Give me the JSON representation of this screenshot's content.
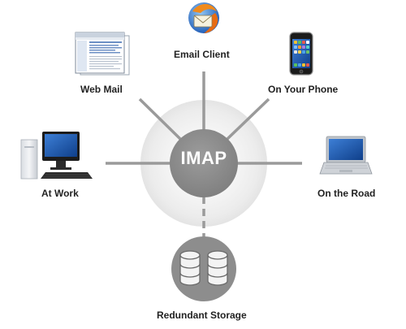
{
  "hub": {
    "label": "IMAP"
  },
  "nodes": {
    "email_client": {
      "label": "Email Client"
    },
    "web_mail": {
      "label": "Web Mail"
    },
    "on_your_phone": {
      "label": "On Your Phone"
    },
    "at_work": {
      "label": "At Work"
    },
    "on_the_road": {
      "label": "On the Road"
    },
    "redundant_storage": {
      "label": "Redundant Storage"
    }
  },
  "colors": {
    "connector": "#9a9a9a",
    "hub_fill": "#8a8a8a",
    "halo": "#ebebeb",
    "label_text": "#222222"
  },
  "icons": {
    "email_client": "mail-client-logo-icon",
    "web_mail": "browser-window-icon",
    "on_your_phone": "smartphone-icon",
    "at_work": "desktop-computer-icon",
    "on_the_road": "laptop-icon",
    "redundant_storage": "database-icon"
  }
}
